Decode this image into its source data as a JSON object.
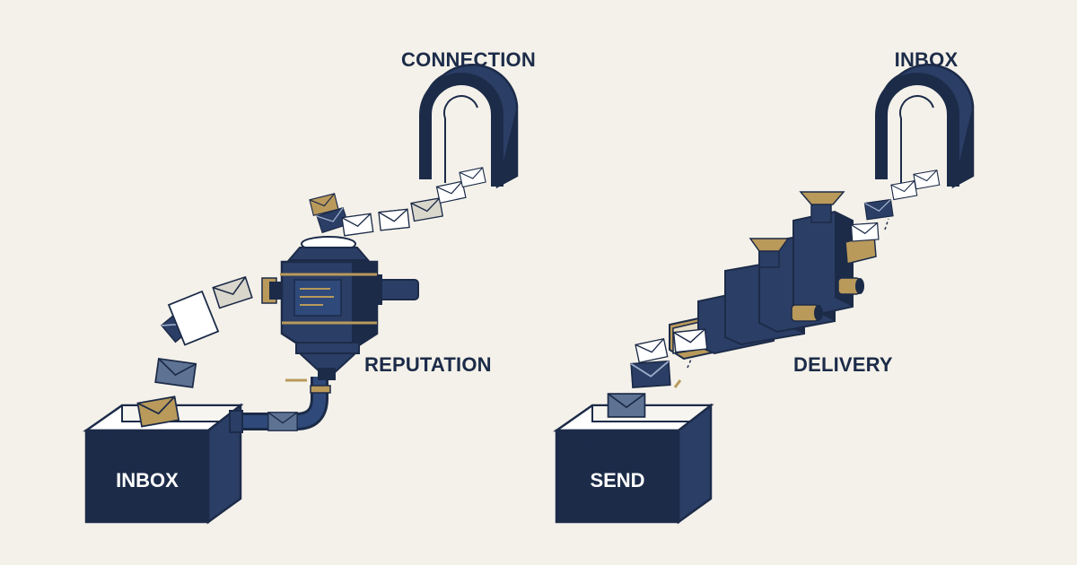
{
  "left_flow": {
    "box_label": "INBOX",
    "filter_label": "REPUTATION",
    "arch_label": "CONNECTION"
  },
  "right_flow": {
    "box_label": "SEND",
    "machine_label": "DELIVERY",
    "arch_label": "INBOX"
  },
  "colors": {
    "navy": "#1c2b48",
    "navy_mid": "#2f4a7a",
    "slate": "#5e7394",
    "gold": "#b99a5b",
    "background": "#f4f1ea",
    "paper": "#ffffff"
  }
}
